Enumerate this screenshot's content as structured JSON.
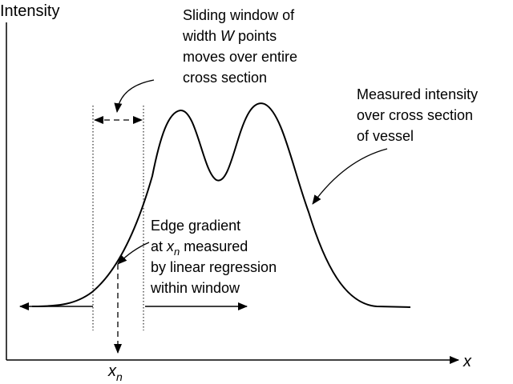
{
  "axes": {
    "y_label": "Intensity",
    "x_label": "x",
    "xn_main": "x",
    "xn_sub": "n"
  },
  "annotations": {
    "sliding_window": {
      "line1": "Sliding window of",
      "line2_pre": "width ",
      "line2_var": "W",
      "line2_post": " points",
      "line3": "moves over entire",
      "line4": "cross section"
    },
    "measured": {
      "line1": "Measured intensity",
      "line2": "over cross section",
      "line3": "of vessel"
    },
    "edge_gradient": {
      "line1": "Edge gradient",
      "line2_pre": "at ",
      "line2_var": "x",
      "line2_sub": "n",
      "line2_post": " measured",
      "line3": "by linear regression",
      "line4": "within window"
    }
  },
  "colors": {
    "ink": "#000000",
    "background": "#ffffff"
  },
  "icons": [
    "double-headed-arrow",
    "arrowhead"
  ]
}
